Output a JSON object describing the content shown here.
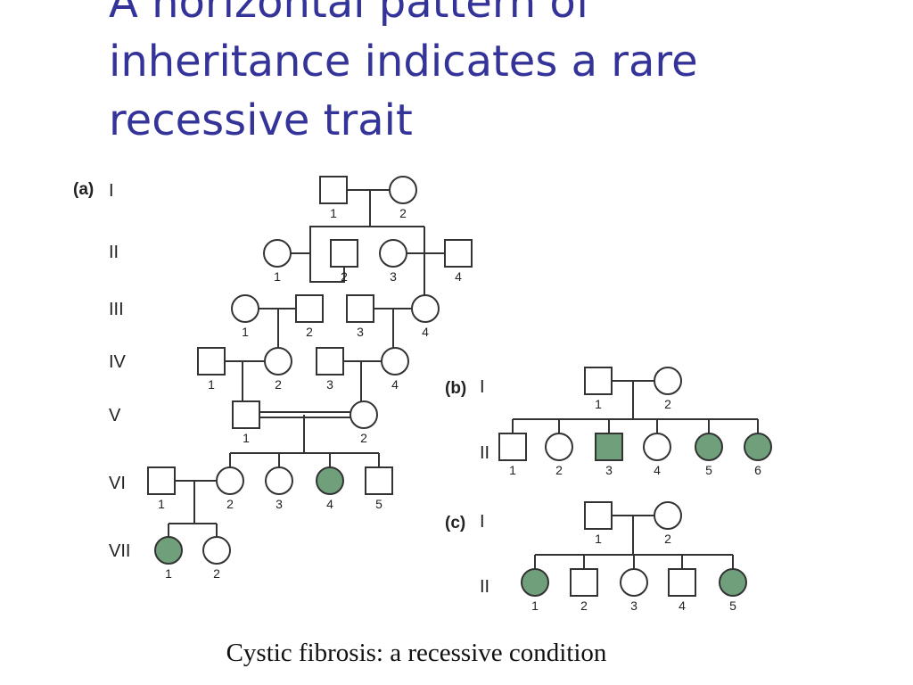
{
  "title": {
    "lines": [
      "A horizontal pattern of",
      "inheritance indicates a rare",
      "recessive trait"
    ]
  },
  "caption": "Cystic fibrosis: a recessive condition",
  "colors": {
    "title": "#333399",
    "affected": "#6f9f7b",
    "lines": "#333333"
  },
  "pedigrees": [
    {
      "label": "(a)",
      "generations": [
        "I",
        "II",
        "III",
        "IV",
        "V",
        "VI",
        "VII"
      ],
      "individuals": [
        {
          "id": "a-I-1",
          "gen": "I",
          "num": "1",
          "sex": "male",
          "affected": false
        },
        {
          "id": "a-I-2",
          "gen": "I",
          "num": "2",
          "sex": "female",
          "affected": false
        },
        {
          "id": "a-II-1",
          "gen": "II",
          "num": "1",
          "sex": "female",
          "affected": false
        },
        {
          "id": "a-II-2",
          "gen": "II",
          "num": "2",
          "sex": "male",
          "affected": false
        },
        {
          "id": "a-II-3",
          "gen": "II",
          "num": "3",
          "sex": "female",
          "affected": false
        },
        {
          "id": "a-II-4",
          "gen": "II",
          "num": "4",
          "sex": "male",
          "affected": false
        },
        {
          "id": "a-III-1",
          "gen": "III",
          "num": "1",
          "sex": "female",
          "affected": false
        },
        {
          "id": "a-III-2",
          "gen": "III",
          "num": "2",
          "sex": "male",
          "affected": false
        },
        {
          "id": "a-III-3",
          "gen": "III",
          "num": "3",
          "sex": "male",
          "affected": false
        },
        {
          "id": "a-III-4",
          "gen": "III",
          "num": "4",
          "sex": "female",
          "affected": false
        },
        {
          "id": "a-IV-1",
          "gen": "IV",
          "num": "1",
          "sex": "male",
          "affected": false
        },
        {
          "id": "a-IV-2",
          "gen": "IV",
          "num": "2",
          "sex": "female",
          "affected": false
        },
        {
          "id": "a-IV-3",
          "gen": "IV",
          "num": "3",
          "sex": "male",
          "affected": false
        },
        {
          "id": "a-IV-4",
          "gen": "IV",
          "num": "4",
          "sex": "female",
          "affected": false
        },
        {
          "id": "a-V-1",
          "gen": "V",
          "num": "1",
          "sex": "male",
          "affected": false
        },
        {
          "id": "a-V-2",
          "gen": "V",
          "num": "2",
          "sex": "female",
          "affected": false
        },
        {
          "id": "a-VI-1",
          "gen": "VI",
          "num": "1",
          "sex": "male",
          "affected": false
        },
        {
          "id": "a-VI-2",
          "gen": "VI",
          "num": "2",
          "sex": "female",
          "affected": false
        },
        {
          "id": "a-VI-3",
          "gen": "VI",
          "num": "3",
          "sex": "female",
          "affected": false
        },
        {
          "id": "a-VI-4",
          "gen": "VI",
          "num": "4",
          "sex": "female",
          "affected": true
        },
        {
          "id": "a-VI-5",
          "gen": "VI",
          "num": "5",
          "sex": "male",
          "affected": false
        },
        {
          "id": "a-VII-1",
          "gen": "VII",
          "num": "1",
          "sex": "female",
          "affected": true
        },
        {
          "id": "a-VII-2",
          "gen": "VII",
          "num": "2",
          "sex": "female",
          "affected": false
        }
      ],
      "consanguineous_mating": [
        "a-V-1",
        "a-V-2"
      ]
    },
    {
      "label": "(b)",
      "generations": [
        "I",
        "II"
      ],
      "individuals": [
        {
          "id": "b-I-1",
          "gen": "I",
          "num": "1",
          "sex": "male",
          "affected": false
        },
        {
          "id": "b-I-2",
          "gen": "I",
          "num": "2",
          "sex": "female",
          "affected": false
        },
        {
          "id": "b-II-1",
          "gen": "II",
          "num": "1",
          "sex": "male",
          "affected": false
        },
        {
          "id": "b-II-2",
          "gen": "II",
          "num": "2",
          "sex": "female",
          "affected": false
        },
        {
          "id": "b-II-3",
          "gen": "II",
          "num": "3",
          "sex": "male",
          "affected": true
        },
        {
          "id": "b-II-4",
          "gen": "II",
          "num": "4",
          "sex": "female",
          "affected": false
        },
        {
          "id": "b-II-5",
          "gen": "II",
          "num": "5",
          "sex": "female",
          "affected": true
        },
        {
          "id": "b-II-6",
          "gen": "II",
          "num": "6",
          "sex": "female",
          "affected": true
        }
      ]
    },
    {
      "label": "(c)",
      "generations": [
        "I",
        "II"
      ],
      "individuals": [
        {
          "id": "c-I-1",
          "gen": "I",
          "num": "1",
          "sex": "male",
          "affected": false
        },
        {
          "id": "c-I-2",
          "gen": "I",
          "num": "2",
          "sex": "female",
          "affected": false
        },
        {
          "id": "c-II-1",
          "gen": "II",
          "num": "1",
          "sex": "female",
          "affected": true
        },
        {
          "id": "c-II-2",
          "gen": "II",
          "num": "2",
          "sex": "male",
          "affected": false
        },
        {
          "id": "c-II-3",
          "gen": "II",
          "num": "3",
          "sex": "female",
          "affected": false
        },
        {
          "id": "c-II-4",
          "gen": "II",
          "num": "4",
          "sex": "male",
          "affected": false
        },
        {
          "id": "c-II-5",
          "gen": "II",
          "num": "5",
          "sex": "female",
          "affected": true
        }
      ]
    }
  ]
}
